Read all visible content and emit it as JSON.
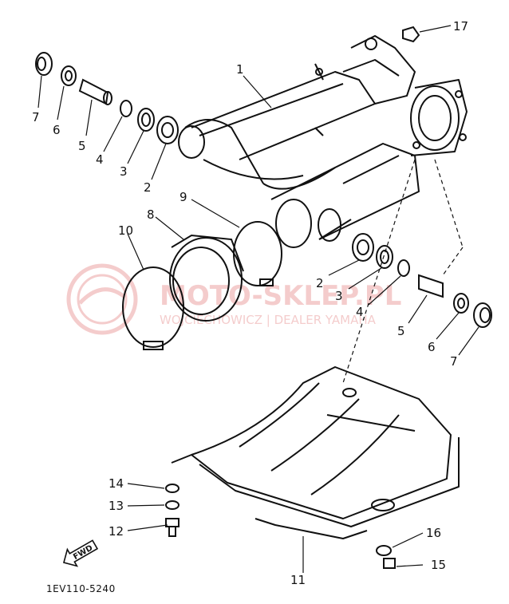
{
  "diagram": {
    "callouts": {
      "p1": "1",
      "p2a": "2",
      "p3a": "3",
      "p4a": "4",
      "p5a": "5",
      "p6a": "6",
      "p7a": "7",
      "p2b": "2",
      "p3b": "3",
      "p4b": "4",
      "p5b": "5",
      "p6b": "6",
      "p7b": "7",
      "p8": "8",
      "p9": "9",
      "p10": "10",
      "p11": "11",
      "p12": "12",
      "p13": "13",
      "p14": "14",
      "p15": "15",
      "p16": "16",
      "p17": "17"
    },
    "fwd_label": "FWD",
    "drawing_code": "1EV110-5240"
  },
  "watermark": {
    "brand": "MOTO-SKLEP.PL",
    "tagline": "WOJCIECHOWICZ | DEALER YAMAHA",
    "color": "#e07070"
  },
  "colors": {
    "ink": "#111111",
    "background": "#ffffff"
  }
}
